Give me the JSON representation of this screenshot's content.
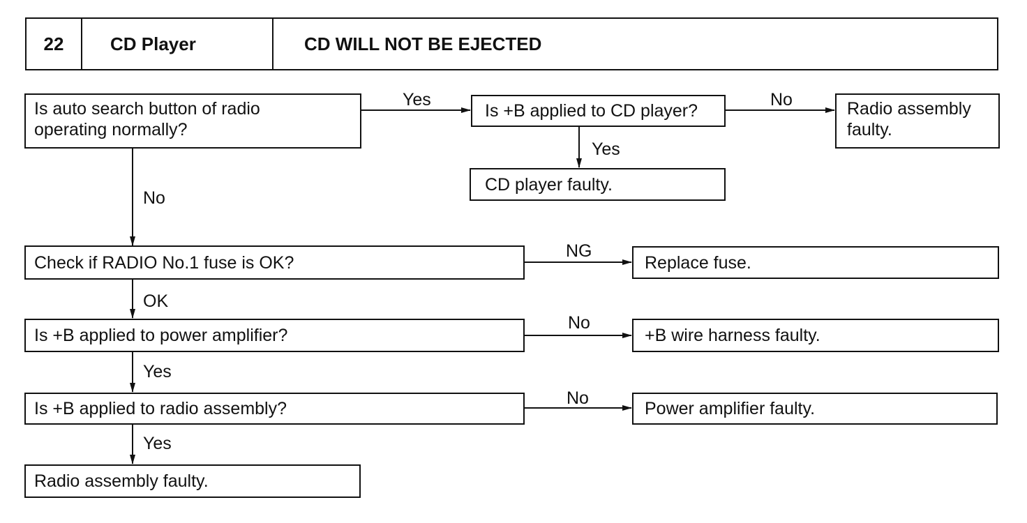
{
  "header": {
    "number": "22",
    "system": "CD Player",
    "symptom": "CD WILL NOT BE EJECTED"
  },
  "nodes": {
    "q_auto_search": "Is auto search button of radio operating normally?",
    "q_b_cd_player": "Is +B applied to CD player?",
    "r_radio_faulty_top": "Radio assembly faulty.",
    "r_cd_player_faulty": "CD player faulty.",
    "q_fuse": "Check if RADIO No.1 fuse is OK?",
    "r_replace_fuse": "Replace fuse.",
    "q_b_power_amp": "Is +B applied to power amplifier?",
    "r_b_wire_harness": "+B wire harness faulty.",
    "q_b_radio_assembly": "Is +B applied to radio assembly?",
    "r_power_amp_faulty": "Power amplifier faulty.",
    "r_radio_faulty_bottom": "Radio assembly faulty."
  },
  "edges": {
    "auto_search_yes": "Yes",
    "cd_player_no": "No",
    "cd_player_yes": "Yes",
    "auto_search_no": "No",
    "fuse_ng": "NG",
    "fuse_ok": "OK",
    "power_amp_no": "No",
    "power_amp_yes": "Yes",
    "radio_assembly_no": "No",
    "radio_assembly_yes": "Yes"
  },
  "colors": {
    "ink": "#111111",
    "background": "#ffffff"
  }
}
